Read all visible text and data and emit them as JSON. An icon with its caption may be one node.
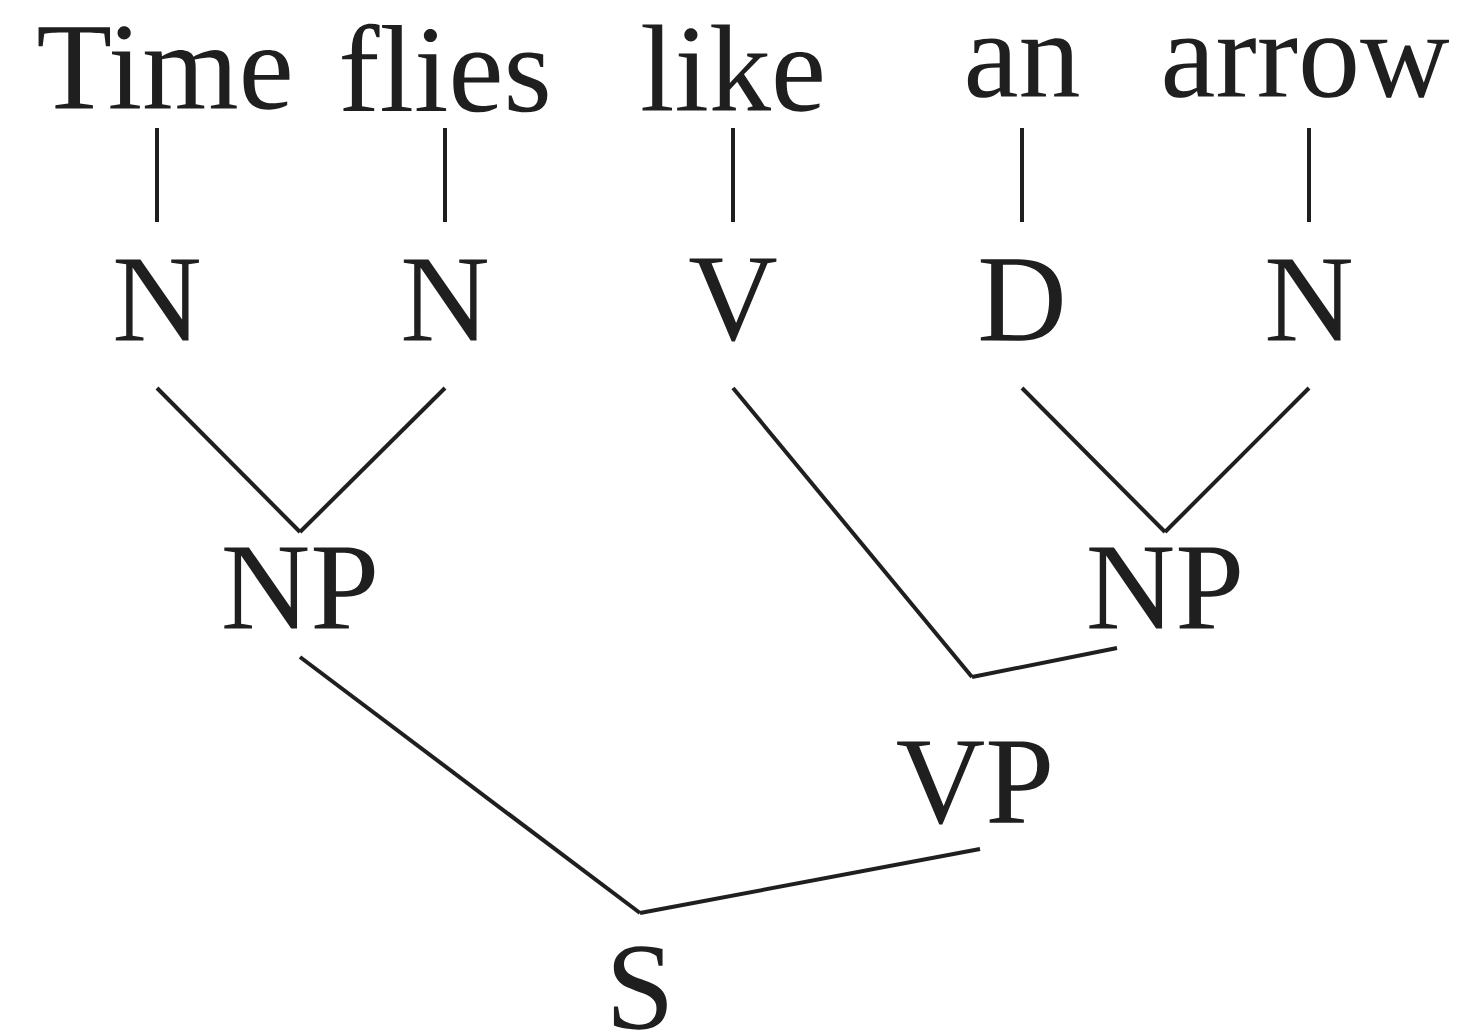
{
  "diagram": {
    "nodes": [
      {
        "text": [
          "Time"
        ]
      },
      {
        "text": [
          "flies"
        ]
      },
      {
        "text": [
          "like"
        ]
      },
      {
        "text": [
          "an"
        ]
      },
      {
        "text": [
          "arrow"
        ]
      },
      {
        "text": [
          "N"
        ]
      },
      {
        "text": [
          "N"
        ]
      },
      {
        "text": [
          "V"
        ]
      },
      {
        "text": [
          "D"
        ]
      },
      {
        "text": [
          "N"
        ]
      },
      {
        "text": [
          "NP"
        ]
      },
      {
        "text": [
          "NP"
        ]
      },
      {
        "text": [
          "VP"
        ]
      },
      {
        "text": [
          "S"
        ]
      }
    ],
    "edges": [
      {
        "from": 0,
        "to": 5,
        "arrow": "none"
      },
      {
        "from": 1,
        "to": 6,
        "arrow": "none"
      },
      {
        "from": 2,
        "to": 7,
        "arrow": "none"
      },
      {
        "from": 3,
        "to": 8,
        "arrow": "none"
      },
      {
        "from": 4,
        "to": 9,
        "arrow": "none"
      },
      {
        "from": 5,
        "to": 10,
        "arrow": "none"
      },
      {
        "from": 6,
        "to": 10,
        "arrow": "none"
      },
      {
        "from": 8,
        "to": 11,
        "arrow": "none"
      },
      {
        "from": 9,
        "to": 11,
        "arrow": "none"
      },
      {
        "from": 7,
        "to": 12,
        "arrow": "none"
      },
      {
        "from": 11,
        "to": 12,
        "arrow": "none"
      },
      {
        "from": 10,
        "to": 13,
        "arrow": "none"
      },
      {
        "from": 12,
        "to": 13,
        "arrow": "none"
      }
    ]
  }
}
